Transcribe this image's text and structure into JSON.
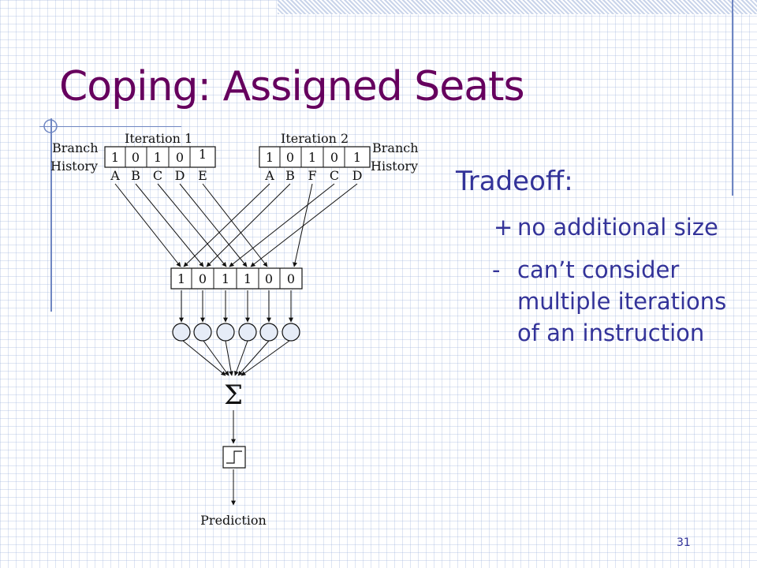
{
  "slide": {
    "title": "Coping:  Assigned Seats",
    "page_number": "31"
  },
  "text_panel": {
    "heading": "Tradeoff:",
    "points": [
      {
        "marker": "+",
        "text": "no additional size"
      },
      {
        "marker": "-",
        "text": "can’t consider multiple iterations of an instruction"
      }
    ]
  },
  "diagram": {
    "branch_history_label": [
      "Branch",
      "History"
    ],
    "iteration1": {
      "label": "Iteration 1",
      "bits": [
        "1",
        "0",
        "1",
        "0",
        "1"
      ],
      "letters": [
        "A",
        "B",
        "C",
        "D",
        "E"
      ]
    },
    "iteration2": {
      "label": "Iteration 2",
      "bits": [
        "1",
        "0",
        "1",
        "0",
        "1"
      ],
      "letters": [
        "A",
        "B",
        "F",
        "C",
        "D"
      ]
    },
    "combined_bits": [
      "1",
      "0",
      "1",
      "1",
      "0",
      "0"
    ],
    "sum_symbol": "Σ",
    "output_label": "Prediction"
  },
  "colors": {
    "title": "#66005e",
    "text": "#333399",
    "accent_line": "#6f86c2",
    "node_fill": "#e6ecf7"
  }
}
